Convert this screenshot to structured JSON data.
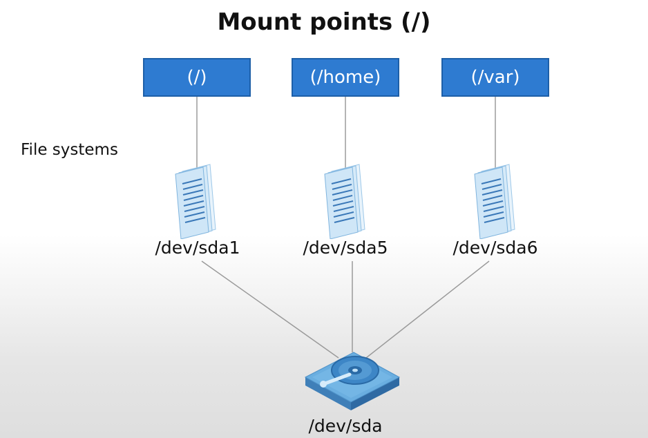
{
  "title": "Mount points (/)",
  "section_label": "File systems",
  "mount_points": [
    {
      "label": "(/)"
    },
    {
      "label": "(/home)"
    },
    {
      "label": "(/var)"
    }
  ],
  "partitions": [
    {
      "label": "/dev/sda1"
    },
    {
      "label": "/dev/sda5"
    },
    {
      "label": "/dev/sda6"
    }
  ],
  "disk": {
    "label": "/dev/sda"
  },
  "icons": {
    "file_system": "document-stack-icon",
    "disk": "hard-disk-icon"
  },
  "colors": {
    "mount_box": "#2e7bd1",
    "icon_light": "#cfe6f7",
    "icon_dark": "#3a78b8",
    "disk": "#5d9fd6"
  }
}
